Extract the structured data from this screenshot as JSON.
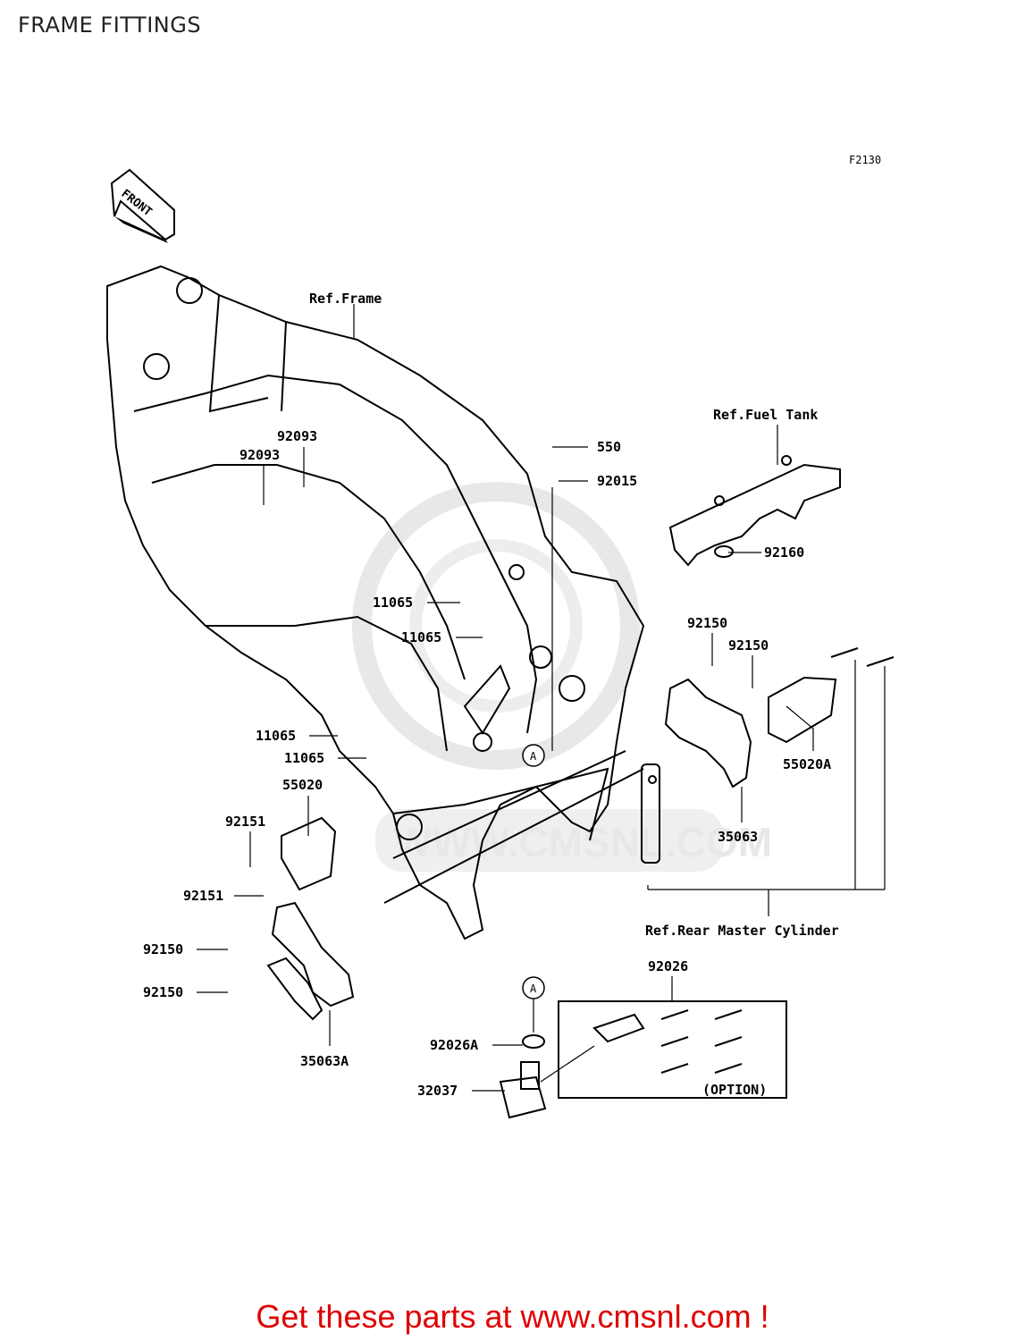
{
  "title": "FRAME FITTINGS",
  "diagram_code": "F2130",
  "front_label": "FRONT",
  "watermark": "WWW.CMSNL.COM",
  "parts": {
    "ref_frame": "Ref.Frame",
    "ref_fuel_tank": "Ref.Fuel Tank",
    "ref_rear_master": "Ref.Rear Master Cylinder",
    "p550": "550",
    "p92015": "92015",
    "p92160": "92160",
    "p92093a": "92093",
    "p92093b": "92093",
    "p11065a": "11065",
    "p11065b": "11065",
    "p11065c": "11065",
    "p11065d": "11065",
    "p92150a": "92150",
    "p92150b": "92150",
    "p92150c": "92150",
    "p92150d": "92150",
    "p55020A": "55020A",
    "p35063": "35063",
    "p55020": "55020",
    "p92151a": "92151",
    "p92151b": "92151",
    "p35063A": "35063A",
    "p92026": "92026",
    "p92026A": "92026A",
    "p32037": "32037",
    "option": "(OPTION)",
    "marker_a": "A"
  },
  "footer": {
    "text": "Get these parts at www.cmsnl.com !",
    "color": "#e00000"
  }
}
